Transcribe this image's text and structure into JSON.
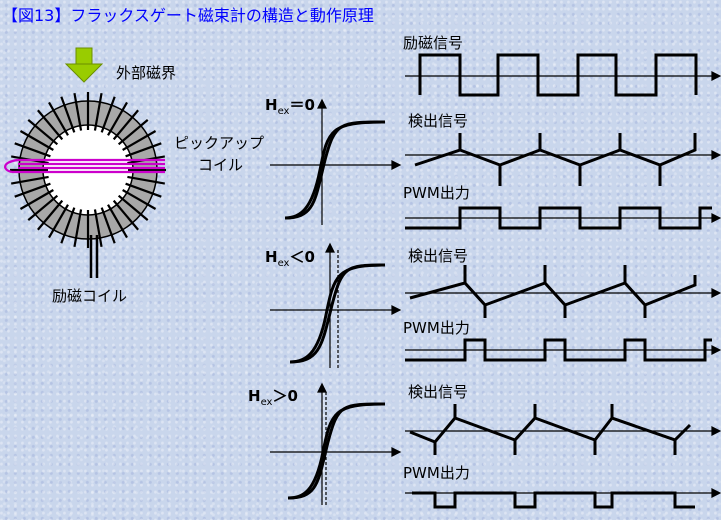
{
  "title": "【図13】フラックスゲート磁束計の構造と動作原理",
  "labels": {
    "external_field": "外部磁界",
    "pickup_coil": "ピックアップ\nコイル",
    "excitation_coil": "励磁コイル",
    "excitation_signal": "励磁信号",
    "detection_signal": "検出信号",
    "pwm_output": "PWM出力"
  },
  "conditions": [
    {
      "symbol": "H",
      "subscript": "ex",
      "relation": "＝0"
    },
    {
      "symbol": "H",
      "subscript": "ex",
      "relation": "＜0"
    },
    {
      "symbol": "H",
      "subscript": "ex",
      "relation": "＞0"
    }
  ],
  "colors": {
    "title": "#0000ff",
    "arrow": "#99cc00",
    "pickup": "#cc00cc",
    "core": "#a8a8a8"
  }
}
